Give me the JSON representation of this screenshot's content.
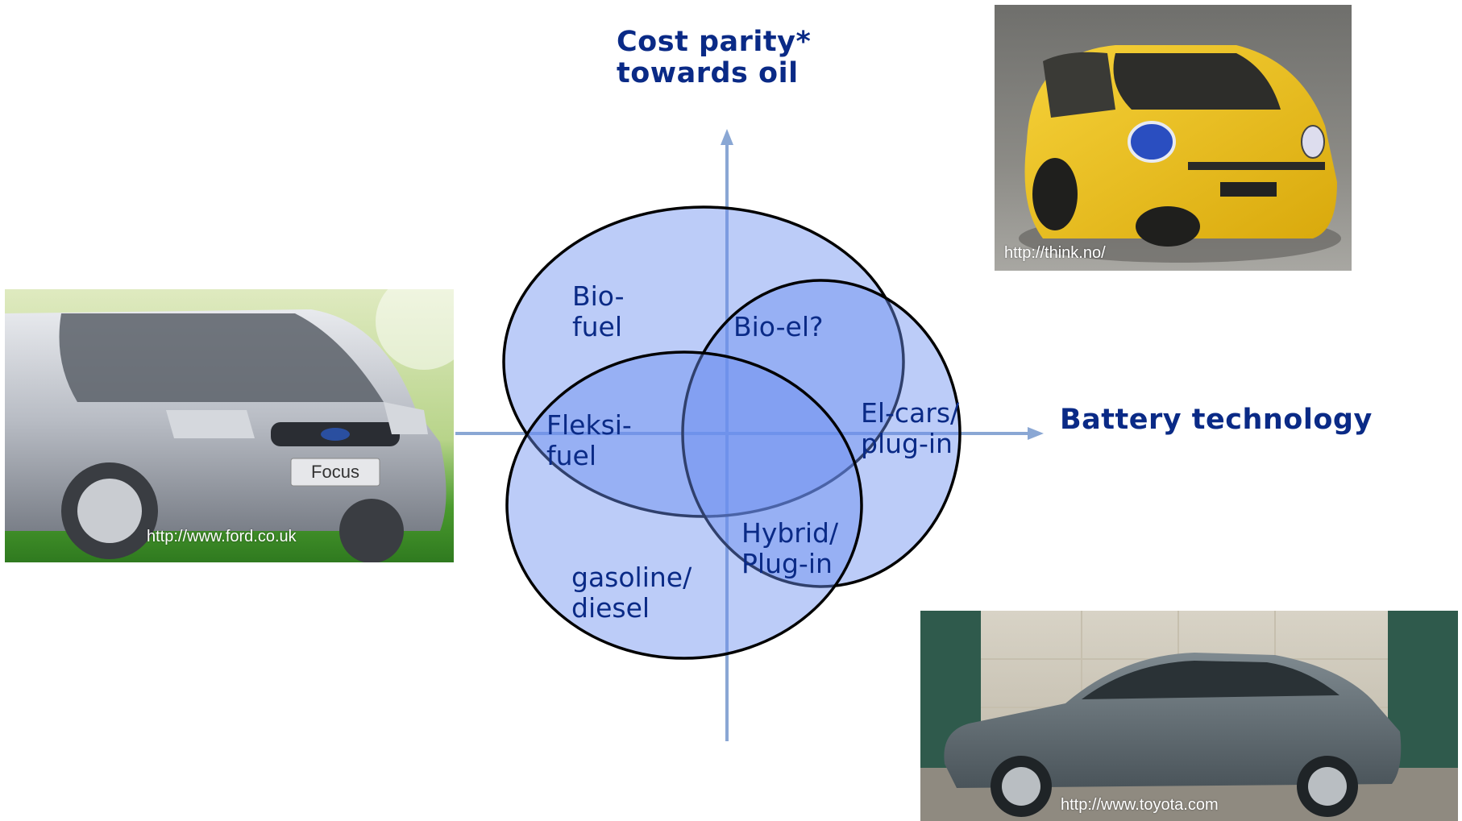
{
  "axes": {
    "y_title_line1": "Cost parity*",
    "y_title_line2": "towards oil",
    "x_title": "Battery technology"
  },
  "venn": {
    "biofuel": [
      "Bio-",
      "fuel"
    ],
    "bioel": [
      "Bio-el?"
    ],
    "flexifuel": [
      "Fleksi-",
      "fuel"
    ],
    "elcars": [
      "El-cars/",
      "plug-in"
    ],
    "hybrid": [
      "Hybrid/",
      "Plug-in"
    ],
    "gasoline": [
      "gasoline/",
      "diesel"
    ]
  },
  "photos": {
    "ford": {
      "credit": "http://www.ford.co.uk",
      "badge": "Focus",
      "subject": "silver Ford Focus hatchback"
    },
    "think": {
      "credit": "http://think.no/",
      "subject": "yellow Think electric car"
    },
    "toyota": {
      "credit": "http://www.toyota.com",
      "subject": "grey Toyota Prius"
    }
  },
  "colors": {
    "title": "#0a2a86",
    "axis": "#8aa7d4",
    "circle_fill": "#9bb4f5",
    "circle_stroke": "#000000"
  }
}
